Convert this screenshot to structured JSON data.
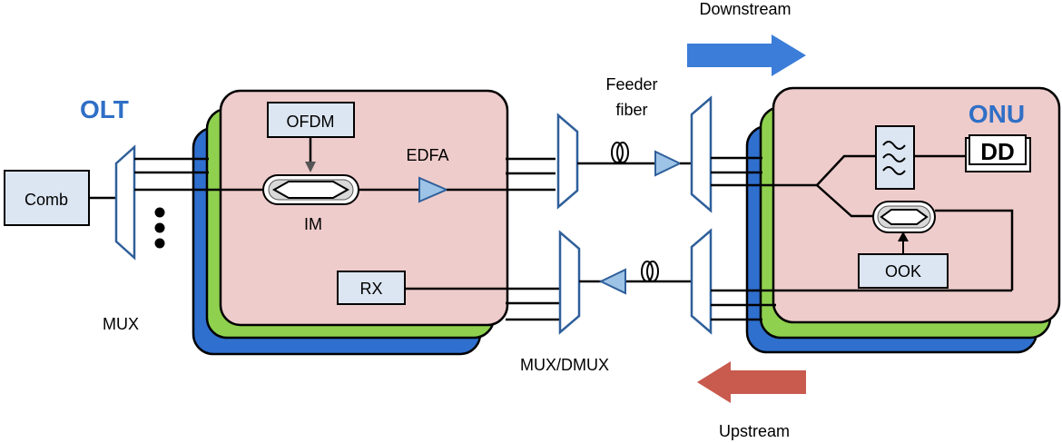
{
  "labels": {
    "downstream": "Downstream",
    "upstream": "Upstream",
    "olt": "OLT",
    "onu": "ONU",
    "comb": "Comb",
    "mux": "MUX",
    "ofdm": "OFDM",
    "im": "IM",
    "edfa": "EDFA",
    "rx": "RX",
    "feeder_fiber_line1": "Feeder",
    "feeder_fiber_line2": "fiber",
    "mux_dmux": "MUX/DMUX",
    "dd": "DD",
    "ook": "OOK"
  },
  "colors": {
    "olt_text": "#2f6fc6",
    "onu_text": "#2f6fc6",
    "downstream_arrow": "#3b7dd8",
    "upstream_arrow": "#c85a4e",
    "panel_pink": "#eecccb",
    "panel_green": "#8fd14f",
    "panel_blue": "#2f6fce",
    "mux_stroke": "#2f5f9a",
    "component_fill": "#dce6f2",
    "amplifier_fill": "#9dc3e6"
  },
  "icons": [
    "fiber-coil-icon",
    "amplifier-triangle-icon",
    "modulator-icon",
    "filter-icon",
    "ellipsis-dots-icon"
  ]
}
